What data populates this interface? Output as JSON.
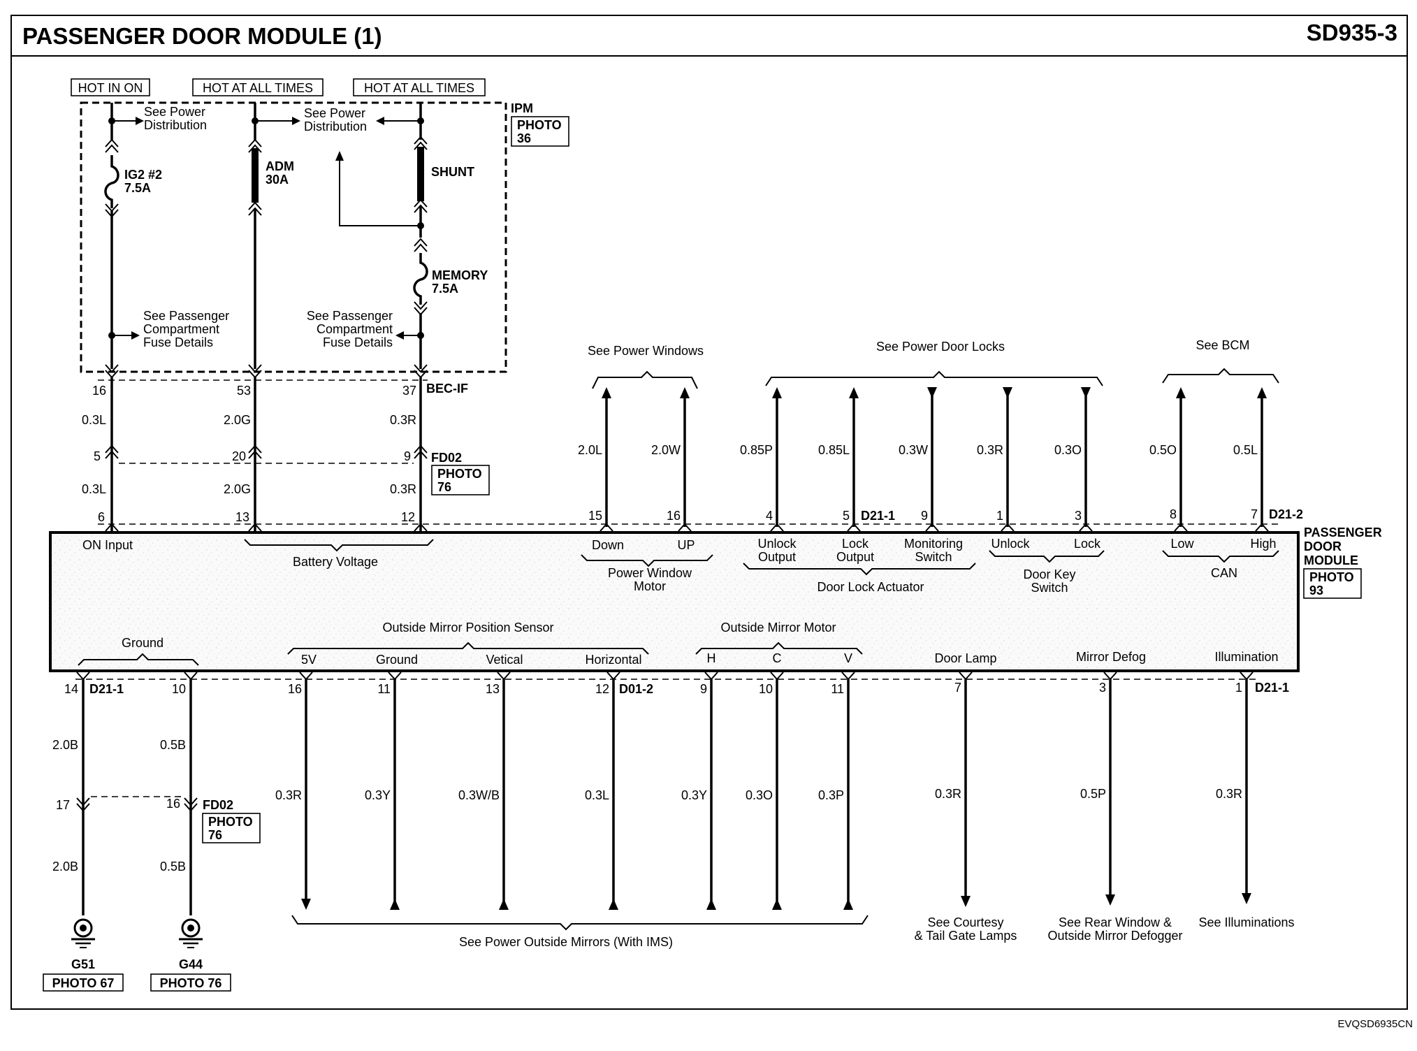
{
  "header": {
    "title": "PASSENGER DOOR MODULE (1)",
    "code": "SD935-3"
  },
  "footer": {
    "code": "EVQSD6935CN"
  },
  "power_sources": [
    "HOT IN ON",
    "HOT AT ALL TIMES",
    "HOT AT ALL TIMES"
  ],
  "ipm": {
    "label": "IPM",
    "photo": [
      "PHOTO",
      "36"
    ]
  },
  "see_power_distribution": [
    "See Power",
    "Distribution"
  ],
  "see_pass_fuse": [
    "See Passenger",
    "Compartment",
    "Fuse Details"
  ],
  "fuses": {
    "ig2": [
      "IG2 #2",
      "7.5A"
    ],
    "adm": [
      "ADM",
      "30A"
    ],
    "shunt": "SHUNT",
    "memory": [
      "MEMORY",
      "7.5A"
    ]
  },
  "connectors": {
    "bec_if": "BEC-IF",
    "fd02": "FD02",
    "fd02_photo": [
      "PHOTO",
      "76"
    ],
    "d21_1": "D21-1",
    "d21_2": "D21-2",
    "d01_2": "D01-2"
  },
  "upper_left_pins": {
    "bec": [
      "16",
      "53",
      "37"
    ],
    "fd02": [
      "5",
      "20",
      "9"
    ],
    "module": [
      "6",
      "13",
      "12"
    ],
    "wire_top": [
      "0.3L",
      "2.0G",
      "0.3R"
    ],
    "wire_bottom": [
      "0.3L",
      "2.0G",
      "0.3R"
    ]
  },
  "groups": {
    "power_windows": "See Power Windows",
    "power_door_locks": "See Power Door Locks",
    "bcm": "See BCM"
  },
  "upper_right_pins": [
    "15",
    "16",
    "4",
    "5",
    "9",
    "1",
    "3",
    "8",
    "7"
  ],
  "upper_right_wires": [
    "2.0L",
    "2.0W",
    "0.85P",
    "0.85L",
    "0.3W",
    "0.3R",
    "0.3O",
    "0.5O",
    "0.5L"
  ],
  "module": {
    "name": [
      "PASSENGER",
      "DOOR",
      "MODULE"
    ],
    "photo": [
      "PHOTO",
      "93"
    ],
    "on_input": "ON Input",
    "battery_voltage": "Battery Voltage",
    "down": "Down",
    "up": "UP",
    "power_window_motor": [
      "Power Window",
      "Motor"
    ],
    "unlock_output": [
      "Unlock",
      "Output"
    ],
    "lock_output": [
      "Lock",
      "Output"
    ],
    "monitoring_switch": [
      "Monitoring",
      "Switch"
    ],
    "door_lock_actuator": "Door Lock Actuator",
    "unlock": "Unlock",
    "lock": "Lock",
    "door_key_switch": [
      "Door Key",
      "Switch"
    ],
    "low": "Low",
    "high": "High",
    "can": "CAN",
    "ground": "Ground",
    "mirror_position_sensor": "Outside Mirror Position Sensor",
    "mirror_motor": "Outside Mirror Motor",
    "sensor_5v": "5V",
    "sensor_ground": "Ground",
    "sensor_vertical": "Vetical",
    "sensor_horizontal": "Horizontal",
    "motor_h": "H",
    "motor_c": "C",
    "motor_v": "V",
    "door_lamp": "Door Lamp",
    "mirror_defog": "Mirror Defog",
    "illumination": "Illumination"
  },
  "lower_pins": [
    "14",
    "10",
    "16",
    "11",
    "13",
    "12",
    "9",
    "10",
    "11",
    "7",
    "3",
    "1"
  ],
  "lower_wires": [
    "2.0B",
    "0.5B",
    "0.3R",
    "0.3Y",
    "0.3W/B",
    "0.3L",
    "0.3Y",
    "0.3O",
    "0.3P",
    "0.3R",
    "0.5P",
    "0.3R"
  ],
  "ground_section": {
    "pins_fd02": [
      "17",
      "16"
    ],
    "wires_lower": [
      "2.0B",
      "0.5B"
    ],
    "g51": "G51",
    "g51_photo": "PHOTO 67",
    "g44": "G44",
    "g44_photo": "PHOTO 76"
  },
  "bottom_refs": {
    "mirrors": "See Power Outside Mirrors (With IMS)",
    "courtesy": [
      "See Courtesy",
      "& Tail Gate Lamps"
    ],
    "rear_window": [
      "See Rear Window &",
      "Outside Mirror Defogger"
    ],
    "illuminations": "See Illuminations"
  }
}
